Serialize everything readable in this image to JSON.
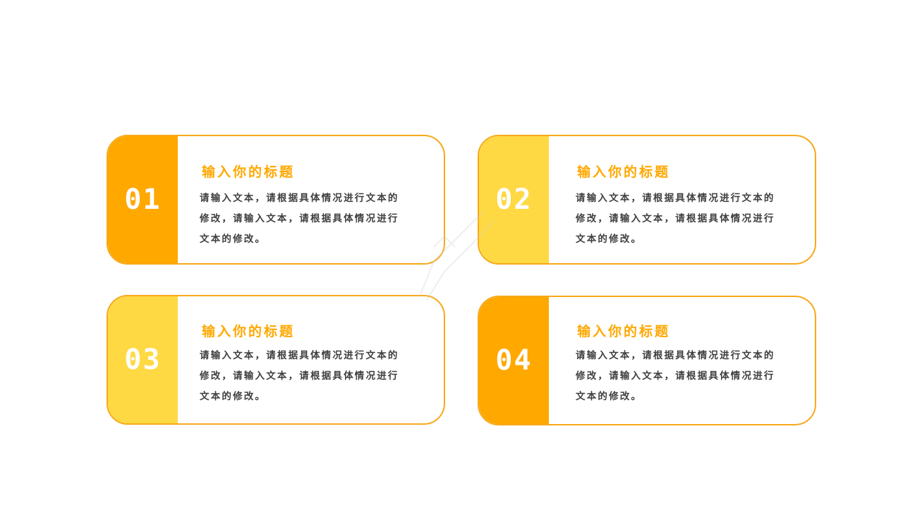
{
  "colors": {
    "border": "#F7A91B",
    "orange": "#FFA800",
    "yellow": "#FFD943",
    "title": "#FFA800",
    "body_text": "#3f3f3f"
  },
  "cards": [
    {
      "number": "01",
      "accent": "orange",
      "title": "输入你的标题",
      "lines": [
        "请输入文本，请根据具体情况进行文本的",
        "修改，请输入文本，请根据具体情况进行",
        "文本的修改。"
      ]
    },
    {
      "number": "02",
      "accent": "yellow",
      "title": "输入你的标题",
      "lines": [
        "请输入文本，请根据具体情况进行文本的",
        "修改，请输入文本，请根据具体情况进行",
        "文本的修改。"
      ]
    },
    {
      "number": "03",
      "accent": "yellow",
      "title": "输入你的标题",
      "lines": [
        "请输入文本，请根据具体情况进行文本的",
        "修改，请输入文本，请根据具体情况进行",
        "文本的修改。"
      ]
    },
    {
      "number": "04",
      "accent": "orange",
      "title": "输入你的标题",
      "lines": [
        "请输入文本，请根据具体情况进行文本的",
        "修改，请输入文本，请根据具体情况进行",
        "文本的修改。"
      ]
    }
  ]
}
